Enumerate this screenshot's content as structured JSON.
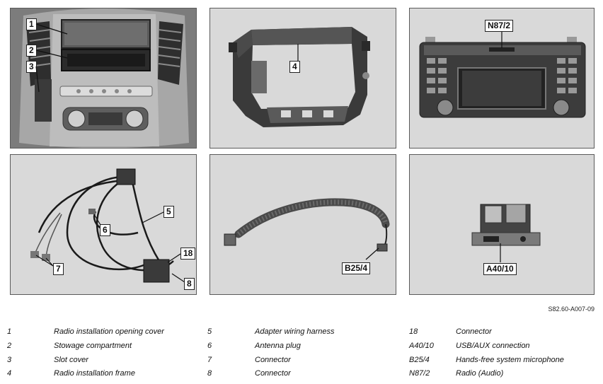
{
  "callouts": {
    "p1": [
      "1",
      "2",
      "3"
    ],
    "p2": [
      "4"
    ],
    "p3": [
      "N87/2"
    ],
    "p4": [
      "5",
      "6",
      "7",
      "18",
      "8"
    ],
    "p5": [
      "B25/4"
    ],
    "p6": [
      "A40/10"
    ]
  },
  "figure_code": "S82.60-A007-09",
  "legend": [
    [
      {
        "key": "1",
        "val": "Radio installation opening cover"
      },
      {
        "key": "2",
        "val": "Stowage compartment"
      },
      {
        "key": "3",
        "val": "Slot cover"
      },
      {
        "key": "4",
        "val": "Radio installation frame"
      }
    ],
    [
      {
        "key": "5",
        "val": "Adapter wiring harness"
      },
      {
        "key": "6",
        "val": "Antenna plug"
      },
      {
        "key": "7",
        "val": "Connector"
      },
      {
        "key": "8",
        "val": "Connector"
      }
    ],
    [
      {
        "key": "18",
        "val": "Connector"
      },
      {
        "key": "A40/10",
        "val": "USB/AUX connection"
      },
      {
        "key": "B25/4",
        "val": "Hands-free system microphone"
      },
      {
        "key": "N87/2",
        "val": "Radio (Audio)"
      }
    ]
  ]
}
